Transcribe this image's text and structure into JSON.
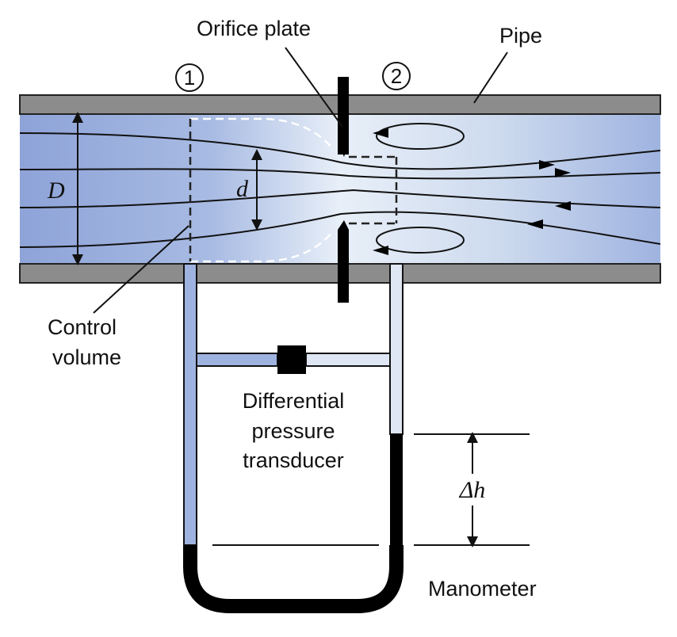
{
  "labels": {
    "orifice_plate": "Orifice plate",
    "pipe": "Pipe",
    "station_1": "1",
    "station_2": "2",
    "big_d": "D",
    "small_d": "d",
    "control_volume_1": "Control",
    "control_volume_2": "volume",
    "transducer_1": "Differential",
    "transducer_2": "pressure",
    "transducer_3": "transducer",
    "delta_h": "Δh",
    "manometer": "Manometer"
  },
  "colors": {
    "pipe_wall": "#8c8c8c",
    "fluid_dark": "#8ea3d8",
    "fluid_light": "#e4ecf6",
    "ink": "#111111"
  }
}
